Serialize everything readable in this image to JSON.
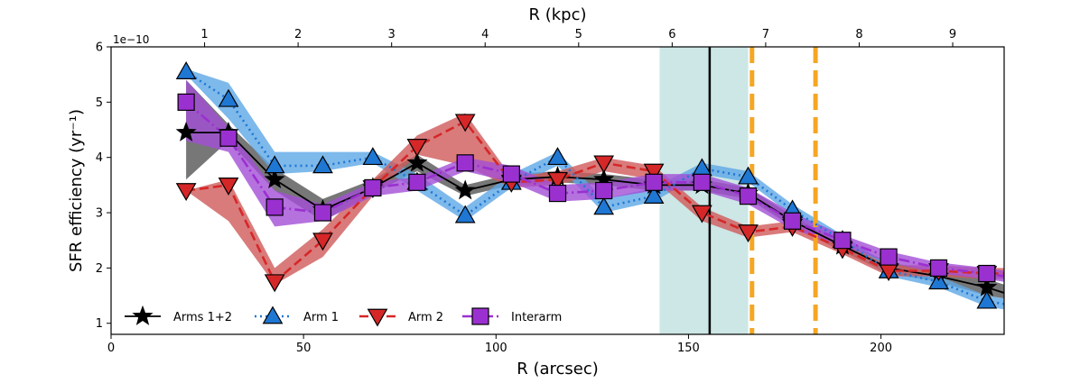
{
  "chart_data": {
    "type": "line",
    "xlabel": "R (arcsec)",
    "ylabel": "SFR efficiency (yr⁻¹)",
    "top_xlabel": "R (kpc)",
    "offset_label": "1e−10",
    "xlim": [
      0,
      232
    ],
    "ylim": [
      0.8,
      6.0
    ],
    "top_xlim": [
      0,
      9.55
    ],
    "x_ticks": [
      0,
      50,
      100,
      150,
      200
    ],
    "x_tick_labels": [
      "0",
      "50",
      "100",
      "150",
      "200"
    ],
    "top_x_ticks": [
      1,
      2,
      3,
      4,
      5,
      6,
      7,
      8,
      9
    ],
    "top_x_tick_labels": [
      "1",
      "2",
      "3",
      "4",
      "5",
      "6",
      "7",
      "8",
      "9"
    ],
    "y_ticks": [
      1,
      2,
      3,
      4,
      5,
      6
    ],
    "y_tick_labels": [
      "1",
      "2",
      "3",
      "4",
      "5",
      "6"
    ],
    "grid": false,
    "legend_placement": "bottom-left",
    "shaded_span": {
      "x0": 142.5,
      "x1": 165.5,
      "color": "#cde6e6"
    },
    "vertical_lines": [
      {
        "x": 155.5,
        "style": "solid",
        "color": "#000000"
      },
      {
        "x": 166.5,
        "style": "dashed",
        "color": "#f5a623"
      },
      {
        "x": 183.0,
        "style": "dashed",
        "color": "#f5a623"
      }
    ],
    "series": [
      {
        "name": "Arms 1+2",
        "color": "#000000",
        "band_color": "#555555",
        "line_style": "solid",
        "marker": "star",
        "x": [
          19.5,
          30.5,
          42.5,
          55,
          68,
          79.5,
          92,
          104,
          116,
          128,
          141,
          153.5,
          165.5,
          177,
          190,
          202,
          215,
          227.5,
          232
        ],
        "y": [
          4.45,
          4.45,
          3.6,
          3.05,
          3.45,
          3.9,
          3.4,
          3.6,
          3.65,
          3.6,
          3.5,
          3.5,
          3.35,
          2.85,
          2.4,
          2.0,
          1.85,
          1.65,
          1.55
        ],
        "lo": [
          3.6,
          4.3,
          3.4,
          2.85,
          3.35,
          3.75,
          3.3,
          3.5,
          3.55,
          3.5,
          3.4,
          3.4,
          3.25,
          2.75,
          2.3,
          1.9,
          1.75,
          1.5,
          1.45
        ],
        "hi": [
          5.4,
          4.6,
          3.8,
          3.25,
          3.6,
          4.05,
          3.5,
          3.7,
          3.75,
          3.7,
          3.6,
          3.6,
          3.45,
          2.95,
          2.5,
          2.1,
          1.95,
          1.8,
          1.7
        ]
      },
      {
        "name": "Arm 1",
        "color": "#1f77d4",
        "band_color": "#5ea8e6",
        "line_style": "dotted",
        "marker": "triangle-up",
        "x": [
          19.5,
          30.5,
          42.5,
          55,
          68,
          79.5,
          92,
          104,
          116,
          128,
          141,
          153.5,
          165.5,
          177,
          190,
          202,
          215,
          227.5,
          232
        ],
        "y": [
          5.55,
          5.05,
          3.85,
          3.85,
          4.0,
          3.55,
          2.95,
          3.55,
          4.0,
          3.1,
          3.3,
          3.8,
          3.65,
          3.05,
          2.5,
          1.95,
          1.75,
          1.4,
          1.35
        ],
        "lo": [
          5.5,
          4.7,
          3.7,
          3.75,
          3.9,
          3.4,
          2.85,
          3.45,
          3.85,
          3.0,
          3.2,
          3.7,
          3.55,
          2.95,
          2.4,
          1.85,
          1.65,
          1.3,
          1.25
        ],
        "hi": [
          5.6,
          5.35,
          4.1,
          4.1,
          4.1,
          3.7,
          3.1,
          3.7,
          4.1,
          3.25,
          3.45,
          3.9,
          3.75,
          3.15,
          2.6,
          2.05,
          1.85,
          1.5,
          1.45
        ]
      },
      {
        "name": "Arm 2",
        "color": "#d62728",
        "band_color": "#cf5a5a",
        "line_style": "dashed",
        "marker": "triangle-down",
        "x": [
          19.5,
          30.5,
          42.5,
          55,
          68,
          79.5,
          92,
          104,
          116,
          128,
          141,
          153.5,
          165.5,
          177,
          190,
          202,
          215,
          227.5,
          232
        ],
        "y": [
          3.4,
          3.5,
          1.75,
          2.5,
          3.45,
          4.2,
          4.65,
          3.55,
          3.6,
          3.9,
          3.75,
          3.0,
          2.65,
          2.75,
          2.35,
          1.95,
          1.95,
          1.9,
          1.9
        ],
        "lo": [
          3.4,
          2.85,
          1.7,
          2.2,
          3.3,
          4.05,
          3.85,
          3.45,
          3.5,
          3.75,
          3.6,
          2.85,
          2.55,
          2.65,
          2.25,
          1.85,
          1.85,
          1.8,
          1.8
        ],
        "hi": [
          3.4,
          3.6,
          2.0,
          2.7,
          3.6,
          4.4,
          4.8,
          3.65,
          3.75,
          4.0,
          3.85,
          3.1,
          2.75,
          2.85,
          2.45,
          2.05,
          2.05,
          2.0,
          2.0
        ]
      },
      {
        "name": "Interarm",
        "color": "#9b30d0",
        "band_color": "#a34fd6",
        "line_style": "dashdot",
        "marker": "square",
        "x": [
          19.5,
          30.5,
          42.5,
          55,
          68,
          79.5,
          92,
          104,
          116,
          128,
          141,
          153.5,
          165.5,
          177,
          190,
          202,
          215,
          227.5,
          232
        ],
        "y": [
          5.0,
          4.35,
          3.1,
          3.0,
          3.45,
          3.55,
          3.9,
          3.7,
          3.35,
          3.4,
          3.55,
          3.55,
          3.3,
          2.85,
          2.5,
          2.2,
          2.0,
          1.9,
          1.85
        ],
        "lo": [
          4.3,
          4.1,
          2.75,
          2.85,
          3.3,
          3.4,
          3.75,
          3.55,
          3.2,
          3.25,
          3.4,
          3.4,
          3.15,
          2.7,
          2.4,
          2.1,
          1.9,
          1.8,
          1.75
        ],
        "hi": [
          5.4,
          4.55,
          3.4,
          3.15,
          3.55,
          3.65,
          4.0,
          3.85,
          3.5,
          3.55,
          3.7,
          3.7,
          3.45,
          3.0,
          2.6,
          2.3,
          2.1,
          2.0,
          1.95
        ]
      }
    ]
  }
}
